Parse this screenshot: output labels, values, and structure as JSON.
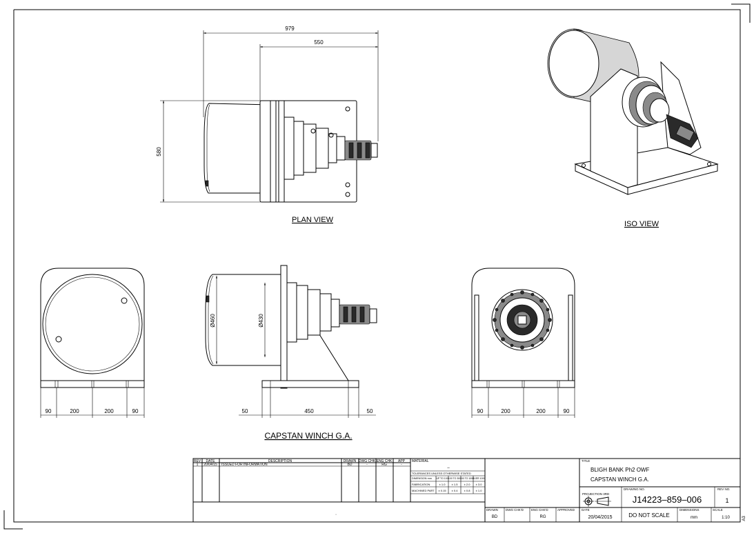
{
  "dimensions": {
    "plan_overall": "979",
    "plan_bracket": "550",
    "plan_height": "580",
    "front_dia_drum": "Ø460",
    "front_dia_barrel": "Ø430",
    "side_a": "90",
    "side_b": "200",
    "side_c": "200",
    "side_d": "90",
    "front_a": "50",
    "front_b": "450",
    "front_c": "50",
    "end_a": "90",
    "end_b": "200",
    "end_c": "200",
    "end_d": "90"
  },
  "views": {
    "plan": "PLAN VIEW",
    "iso": "ISO VIEW",
    "ga": "CAPSTAN WINCH G.A."
  },
  "revisions": {
    "headers": [
      "REV",
      "DATE",
      "DESCRIPTION",
      "DRAWN",
      "DWG CHK",
      "ENG CHK",
      "APP"
    ],
    "rows": [
      {
        "rev": "1",
        "date": "20/04/15",
        "desc": "ISSUED FOR INFORMATION",
        "drawn": "BD",
        "dwg": "-",
        "eng": "RG",
        "app": "-"
      }
    ]
  },
  "material": {
    "label": "MATERIAL",
    "value": "–",
    "tol_title": "TOLERANCES UNLESS OTHERWISE STATED",
    "tol_head": [
      "DIMENSION mm",
      "UP TO 100",
      "100 TO 300",
      "300 TO 1000",
      "OVER 1000"
    ],
    "fab_label": "FABRICATION",
    "fab": [
      "± 1.0",
      "± 1.5",
      "± 2.0",
      "± 3.0"
    ],
    "mach_label": "MACHINED PART",
    "mach": [
      "± 0.15",
      "± 0.4",
      "± 0.8",
      "± 1.0"
    ]
  },
  "signoff": {
    "drawn_label": "DRAWN",
    "drawn": "BD",
    "dwgchk_label": "DWG CHK'D",
    "dwgchk": "",
    "engchk_label": "ENG CHK'D",
    "engchk": "RG",
    "approved_label": "APPROVED",
    "approved": "",
    "date_label": "DATE",
    "date": "20/04/2015"
  },
  "title": {
    "label": "TITLE",
    "line1": "BLIGH BANK Ph2 OWF",
    "line2": "CAPSTAN WINCH G.A.",
    "projection_label": "PROJECTION 3RD",
    "drawing_no_label": "DRAWING NO.",
    "drawing_no": "J14223–859–006",
    "rev_label": "REV NO.",
    "rev": "1",
    "note": "DO NOT SCALE",
    "dim_label": "DIMENSIONS",
    "dim": "mm",
    "scale_label": "SCALE",
    "scale": "1:10",
    "sheet": "A3",
    "dot": "·"
  }
}
